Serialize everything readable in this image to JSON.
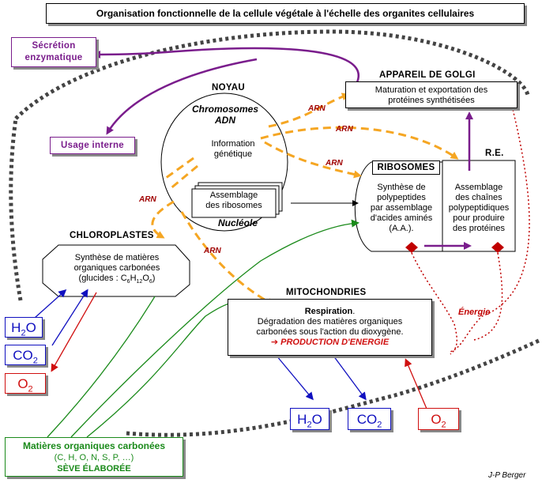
{
  "title": "Organisation fonctionnelle de la cellule végétale à l'échelle des organites cellulaires",
  "secretion": {
    "line1": "Sécrétion",
    "line2": "enzymatique"
  },
  "usage_interne": "Usage interne",
  "noyau": {
    "label": "NOYAU",
    "chromosomes": "Chromosomes",
    "adn": "ADN",
    "info_line1": "Information",
    "info_line2": "génétique",
    "assemblage_line1": "Assemblage",
    "assemblage_line2": "des ribosomes",
    "nucleole": "Nucléole"
  },
  "golgi": {
    "label": "APPAREIL DE GOLGI",
    "line1": "Maturation et exportation des",
    "line2": "protéines synthétisées"
  },
  "ribosomes": {
    "label": "RIBOSOMES",
    "line1": "Synthèse de",
    "line2": "polypeptides",
    "line3": "par assemblage",
    "line4": "d'acides aminés",
    "line5": "(A.A.)."
  },
  "re": {
    "label": "R.E.",
    "line1": "Assemblage",
    "line2": "des chaînes",
    "line3": "polypeptidiques",
    "line4": "pour produire",
    "line5": "des protéines"
  },
  "chloroplastes": {
    "label": "CHLOROPLASTES",
    "line1": "Synthèse de matières",
    "line2": "organiques carbonées",
    "line3": "(glucides : C",
    "sub1": "6",
    "mid": "H",
    "sub2": "12",
    "mid2": "O",
    "sub3": "6",
    "end": ")"
  },
  "mitochondries": {
    "label": "MITOCHONDRIES",
    "respiration": "Respiration",
    "line1": "Dégradation des matières organiques",
    "line2": "carbonées sous l'action du dioxygène.",
    "production": "➔ PRODUCTION D'ENERGIE"
  },
  "arn_labels": [
    "ARN",
    "ARN",
    "ARN",
    "ARN",
    "ARN"
  ],
  "energie": "Énergie",
  "molecules": {
    "h2o_left": {
      "base": "H",
      "sub": "2",
      "tail": "O"
    },
    "co2_left": {
      "base": "CO",
      "sub": "2",
      "tail": ""
    },
    "o2_left": {
      "base": "O",
      "sub": "2",
      "tail": ""
    },
    "h2o_bottom": {
      "base": "H",
      "sub": "2",
      "tail": "O"
    },
    "co2_bottom": {
      "base": "CO",
      "sub": "2",
      "tail": ""
    },
    "o2_bottom": {
      "base": "O",
      "sub": "2",
      "tail": ""
    }
  },
  "matieres": {
    "line1": "Matières organiques carbonées",
    "line2": "(C, H, O, N, S, P, …)",
    "line3": "SÈVE ÉLABORÉE"
  },
  "author": "J-P Berger",
  "colors": {
    "purple": "#7a1d8c",
    "green": "#1a8a1a",
    "red": "#d01010",
    "blue": "#1010c0",
    "orange": "#f5a623",
    "membrane": "#444444"
  }
}
